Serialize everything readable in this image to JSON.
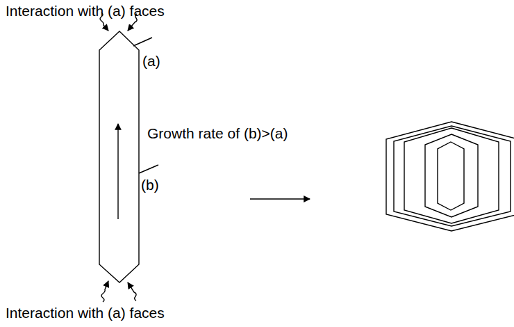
{
  "diagram": {
    "labels": [
      "Interaction with (a) faces",
      "(a)",
      "Growth rate of (b)>(a)",
      "(b)",
      "Interaction with (a) faces"
    ]
  }
}
